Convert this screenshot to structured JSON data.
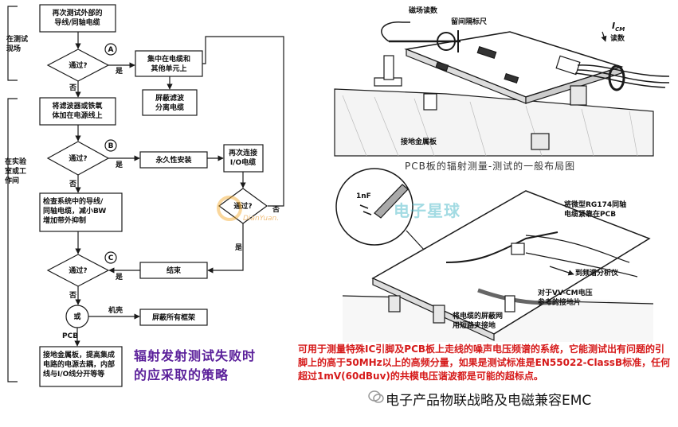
{
  "flowchart": {
    "side_labels": [
      "在测试\n现场",
      "在实验\n室或工\n作间"
    ],
    "boxes": {
      "retest_cable": "再次测试外部的\n导线/同轴电缆",
      "focus_cable": "集中在电缆和\n其他单元上",
      "shield_filter": "屏蔽滤波\n分离电缆",
      "add_filter": "将滤波器或铁氧\n体加在电源线上",
      "permanent": "永久性安装",
      "reconnect": "再次连接\nI/O电缆",
      "check_system": "检查系统中的导线/\n同轴电缆，减小BW\n增加带外抑制",
      "end": "结束",
      "shield_frames": "屏蔽所有框架",
      "ground_plane": "接地金属板，提高集成\n电路的电源去耦，内部\n线与I/O线分开等等"
    },
    "decisions": {
      "pass_a": "通过?",
      "pass_b": "通过?",
      "pass_c": "通过?",
      "pass_d": "通过?",
      "or": "或"
    },
    "connectors": [
      "A",
      "B",
      "C"
    ],
    "edge_labels": {
      "yes": "是",
      "no": "否",
      "chassis": "机壳",
      "pcb": "PCB"
    }
  },
  "flow_caption": "辐射发射测试失败时的应采取的策略",
  "top_right": {
    "magnetic_reading": "磁场读数",
    "gap_ruler": "留间隔标尺",
    "icm_symbol": "I",
    "icm_sub": "CM",
    "icm_reading": "读数",
    "ground_plate": "接地金属板",
    "caption": "PCB板的辐射测量-测试的一般布局图"
  },
  "bottom_right": {
    "cap_label": "1nF",
    "rg174": "将微型RG174同轴\n电缆紧靠在PCB",
    "to_analyzer": "到频谱分析仪",
    "vv_cm": "对于VV-CM电压\n参考的接地片",
    "shield_short": "将电缆的屏蔽网\n用短路夹接地"
  },
  "note_caption": "可用于测量特殊IC引脚及PCB板上走线的噪声电压频谱的系统，它能测试出有问题的引脚上的高于50MHz以上的高频分量，如果是测试标准是EN55022-ClassB标准，任何超过1mV(60dBuv)的共模电压谐波都是可能的超标点。",
  "watermark": {
    "latin": "DianYuan.",
    "cn": "电子星球"
  },
  "footer": "电子产品物联战略及电磁兼容EMC",
  "colors": {
    "flow_caption": "#5a1f9a",
    "note_caption": "#d61a1a",
    "line": "#1a1a1a"
  }
}
